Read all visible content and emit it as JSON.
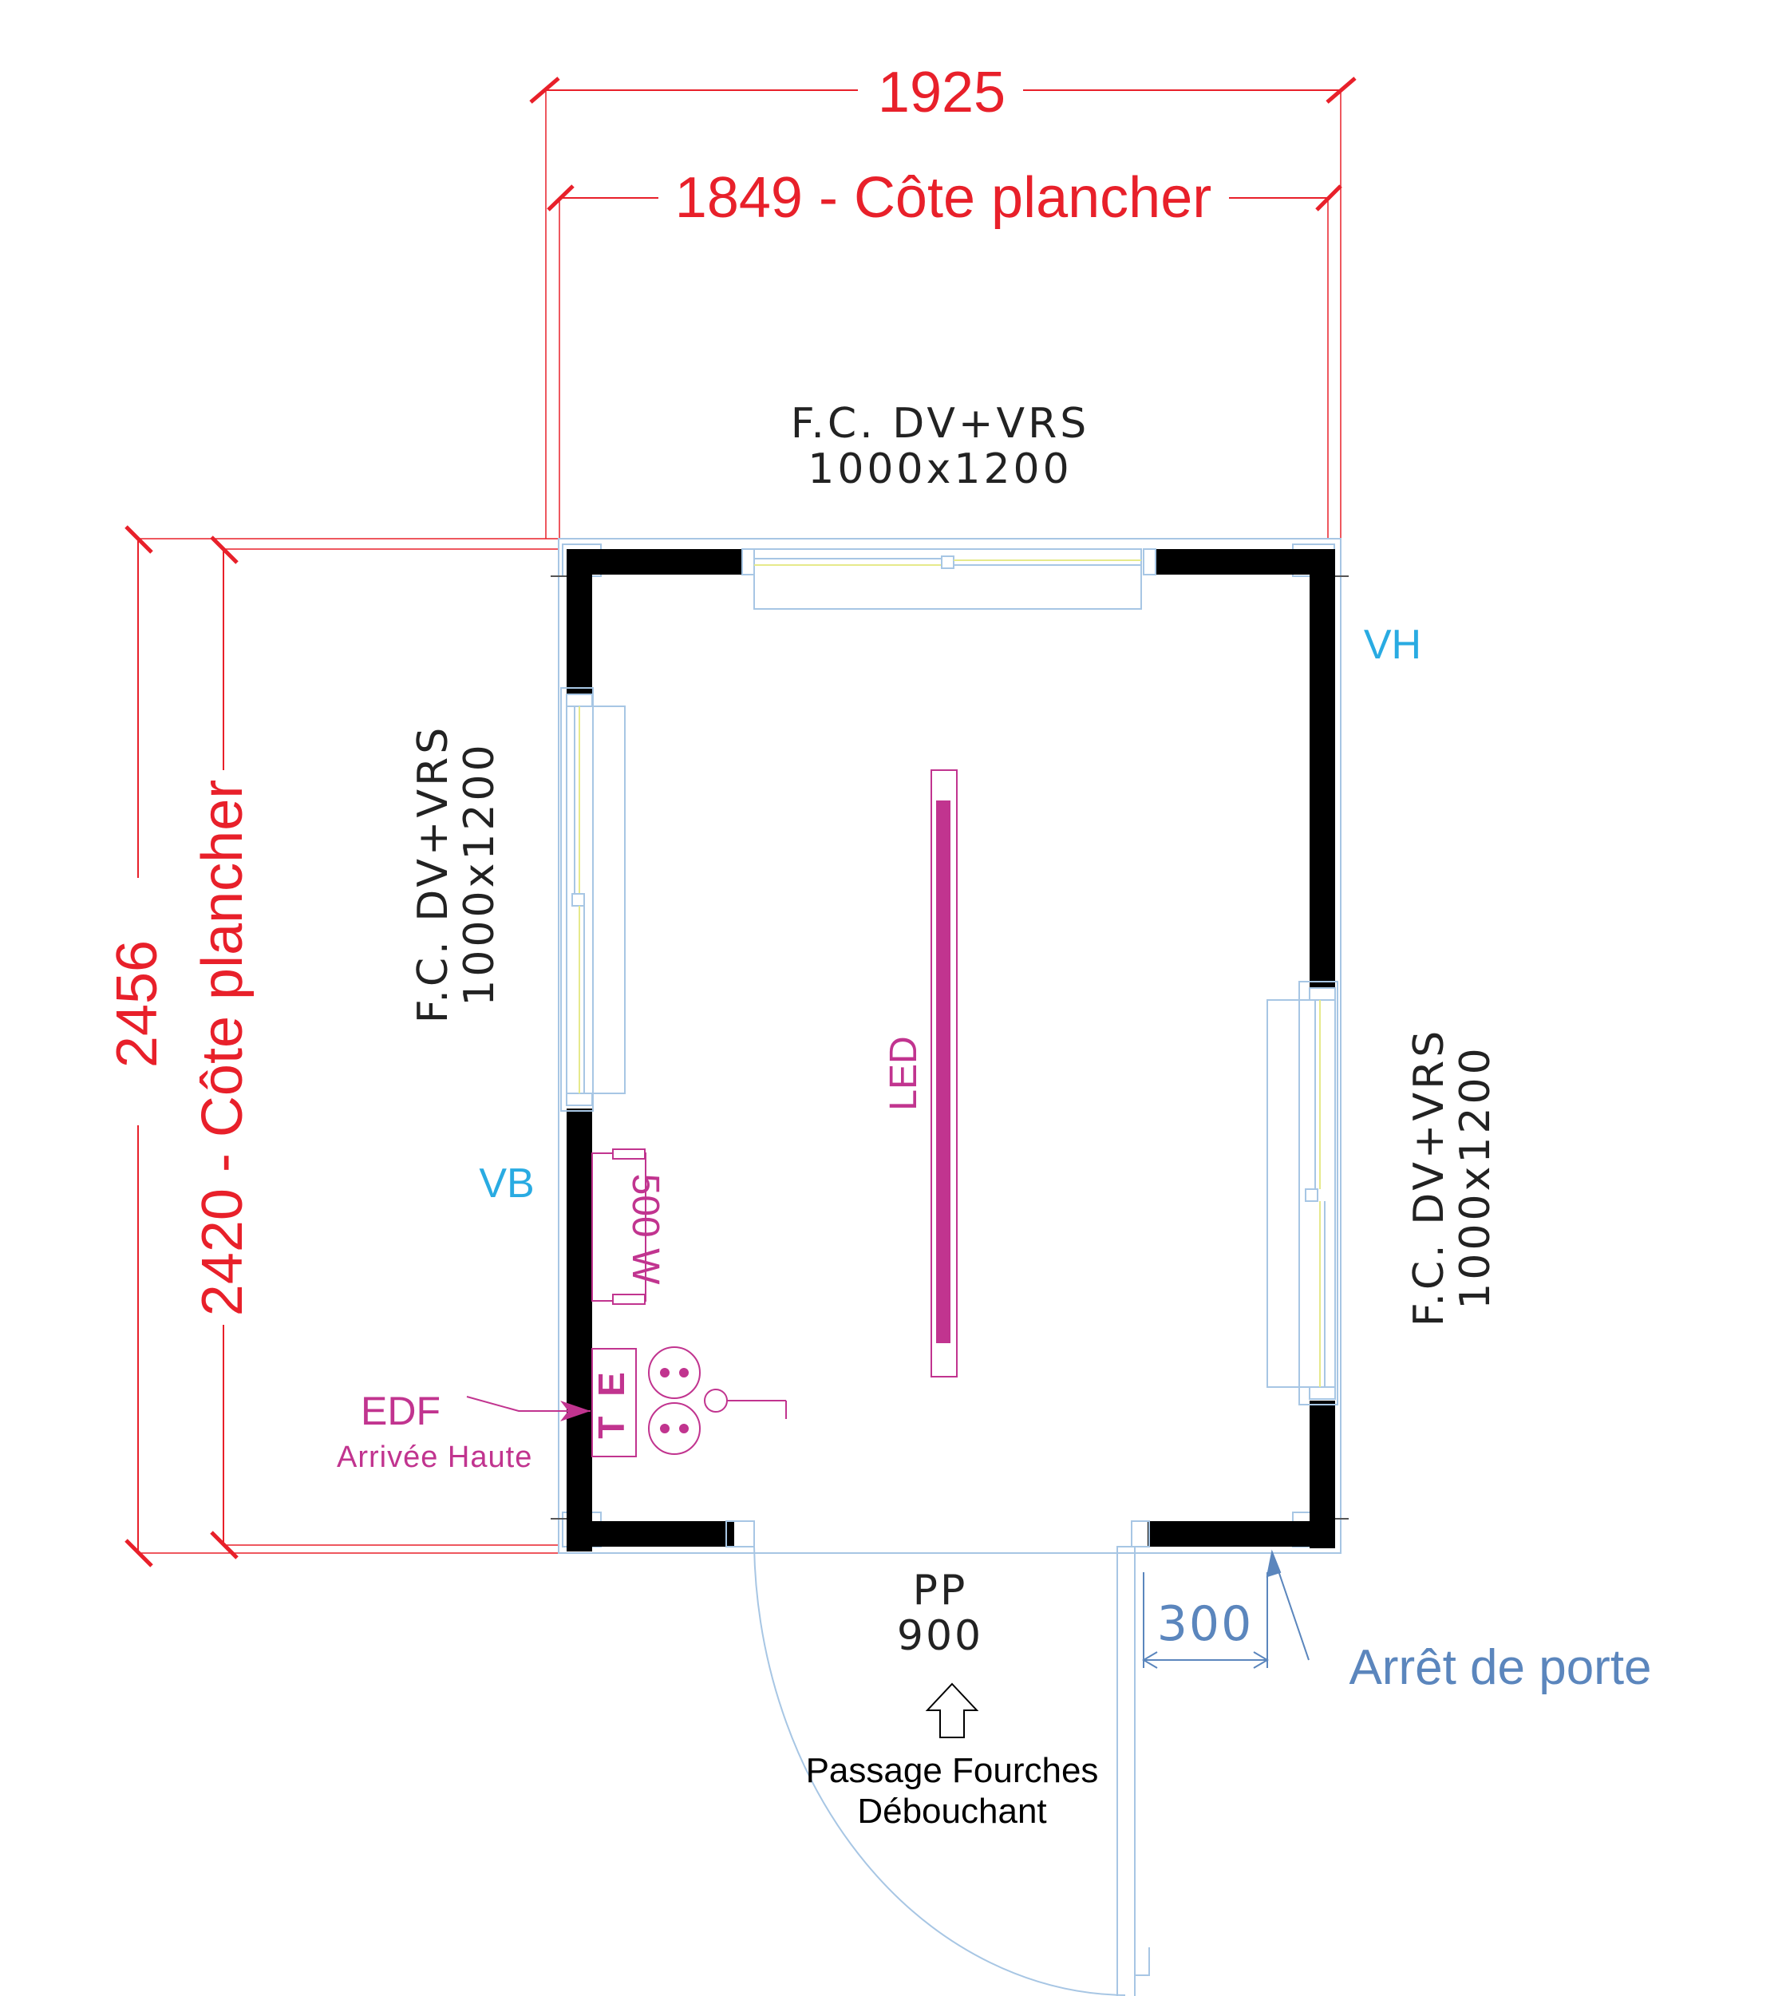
{
  "dimensions": {
    "outer_width": "1925",
    "floor_width": "1849 - Côte plancher",
    "outer_height": "2456",
    "floor_height": "2420 - Côte plancher",
    "door_stop_offset": "300"
  },
  "windows": {
    "top": {
      "line1": "F.C. DV+VRS",
      "line2": "1000x1200"
    },
    "left": {
      "line1": "F.C. DV+VRS",
      "line2": "1000x1200"
    },
    "right": {
      "line1": "F.C. DV+VRS",
      "line2": "1000x1200"
    }
  },
  "labels": {
    "vh": "VH",
    "vb": "VB",
    "led": "LED",
    "heater": "500 W",
    "te": "T E",
    "edf": "EDF",
    "edf_sub": "Arrivée Haute",
    "door_line1": "PP",
    "door_line2": "900",
    "door_stop": "Arrêt de porte",
    "forks_line1": "Passage Fourches",
    "forks_line2": "Débouchant"
  },
  "colors": {
    "dimension": "#e8202a",
    "wall": "#000000",
    "light_blue": "#29abe2",
    "magenta": "#c1348f",
    "door_stop_blue": "#5b86bd",
    "thin_blue": "#a7c6e4"
  }
}
